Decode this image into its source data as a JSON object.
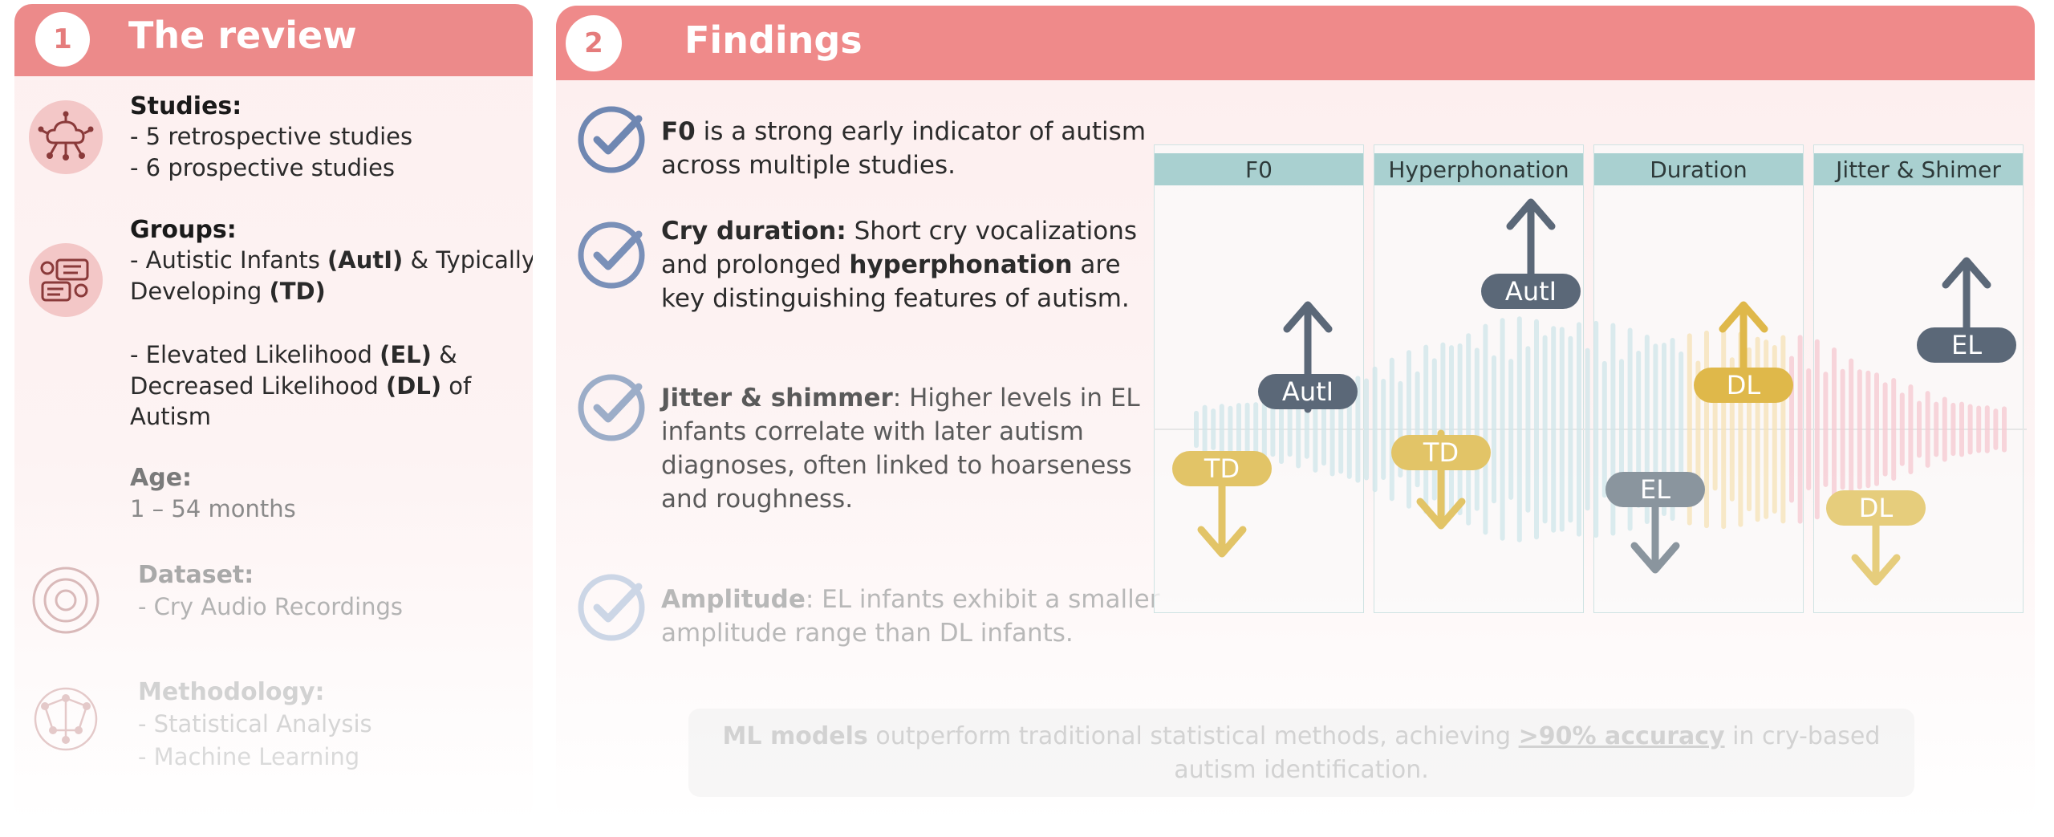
{
  "review": {
    "number": "1",
    "title": "The review",
    "studies": {
      "heading": "Studies:",
      "items": [
        "- 5 retrospective studies",
        "- 6 prospective studies"
      ]
    },
    "groups": {
      "heading": "Groups:",
      "line1a": "- Autistic Infants ",
      "line1b": "(AutI)",
      "line1c": " & Typically",
      "line2a": "Developing ",
      "line2b": "(TD)",
      "line3a": "- Elevated Likelihood ",
      "line3b": "(EL)",
      "line3c": " &",
      "line4a": "Decreased Likelihood ",
      "line4b": "(DL)",
      "line4c": " of",
      "line5": "Autism"
    },
    "age": {
      "heading": "Age:",
      "value": "1 – 54 months"
    },
    "dataset": {
      "heading": "Dataset:",
      "value": "- Cry Audio Recordings"
    },
    "methodology": {
      "heading": "Methodology:",
      "items": [
        "- Statistical Analysis",
        "- Machine Learning"
      ]
    }
  },
  "findings": {
    "number": "2",
    "title": "Findings",
    "f1": {
      "bold": "F0",
      "l1": " is a strong early indicator of autism",
      "l2": "across multiple studies."
    },
    "f2": {
      "bold": "Cry duration:",
      "l1": " Short cry vocalizations",
      "l2a": "and prolonged ",
      "l2b": "hyperphonation",
      "l2c": " are",
      "l3": "key distinguishing features of autism."
    },
    "f3": {
      "bold": "Jitter & shimmer",
      "l1": ": Higher levels in EL",
      "l2": "infants correlate with later autism",
      "l3": "diagnoses, often linked to hoarseness",
      "l4": "and roughness."
    },
    "f4": {
      "bold": "Amplitude",
      "l1": ": EL infants exhibit a smaller",
      "l2": "amplitude range than DL infants."
    }
  },
  "chart_data": {
    "type": "table",
    "columns": [
      {
        "header": "F0",
        "up": "AutI",
        "down": "TD"
      },
      {
        "header": "Hyperphonation",
        "up": "AutI",
        "down": "TD"
      },
      {
        "header": "Duration",
        "up": "DL",
        "down": "EL"
      },
      {
        "header": "Jitter & Shimer",
        "up": "EL",
        "down": "DL"
      }
    ]
  },
  "summary": {
    "bold": "ML models",
    "t1": " outperform traditional statistical methods, achieving ",
    "link": ">90% accuracy",
    "t2": " in cry-based",
    "t3": "autism identification."
  },
  "colors": {
    "header": "#ef8a8a",
    "autI": "#5b6878",
    "td": "#e2c467",
    "el_up": "#5b6878",
    "el_down": "#8a959e",
    "dl_up": "#dfb84a",
    "dl_down": "#e6cd7c",
    "check": "#6f87b2",
    "column_header": "#a9d0d0"
  }
}
